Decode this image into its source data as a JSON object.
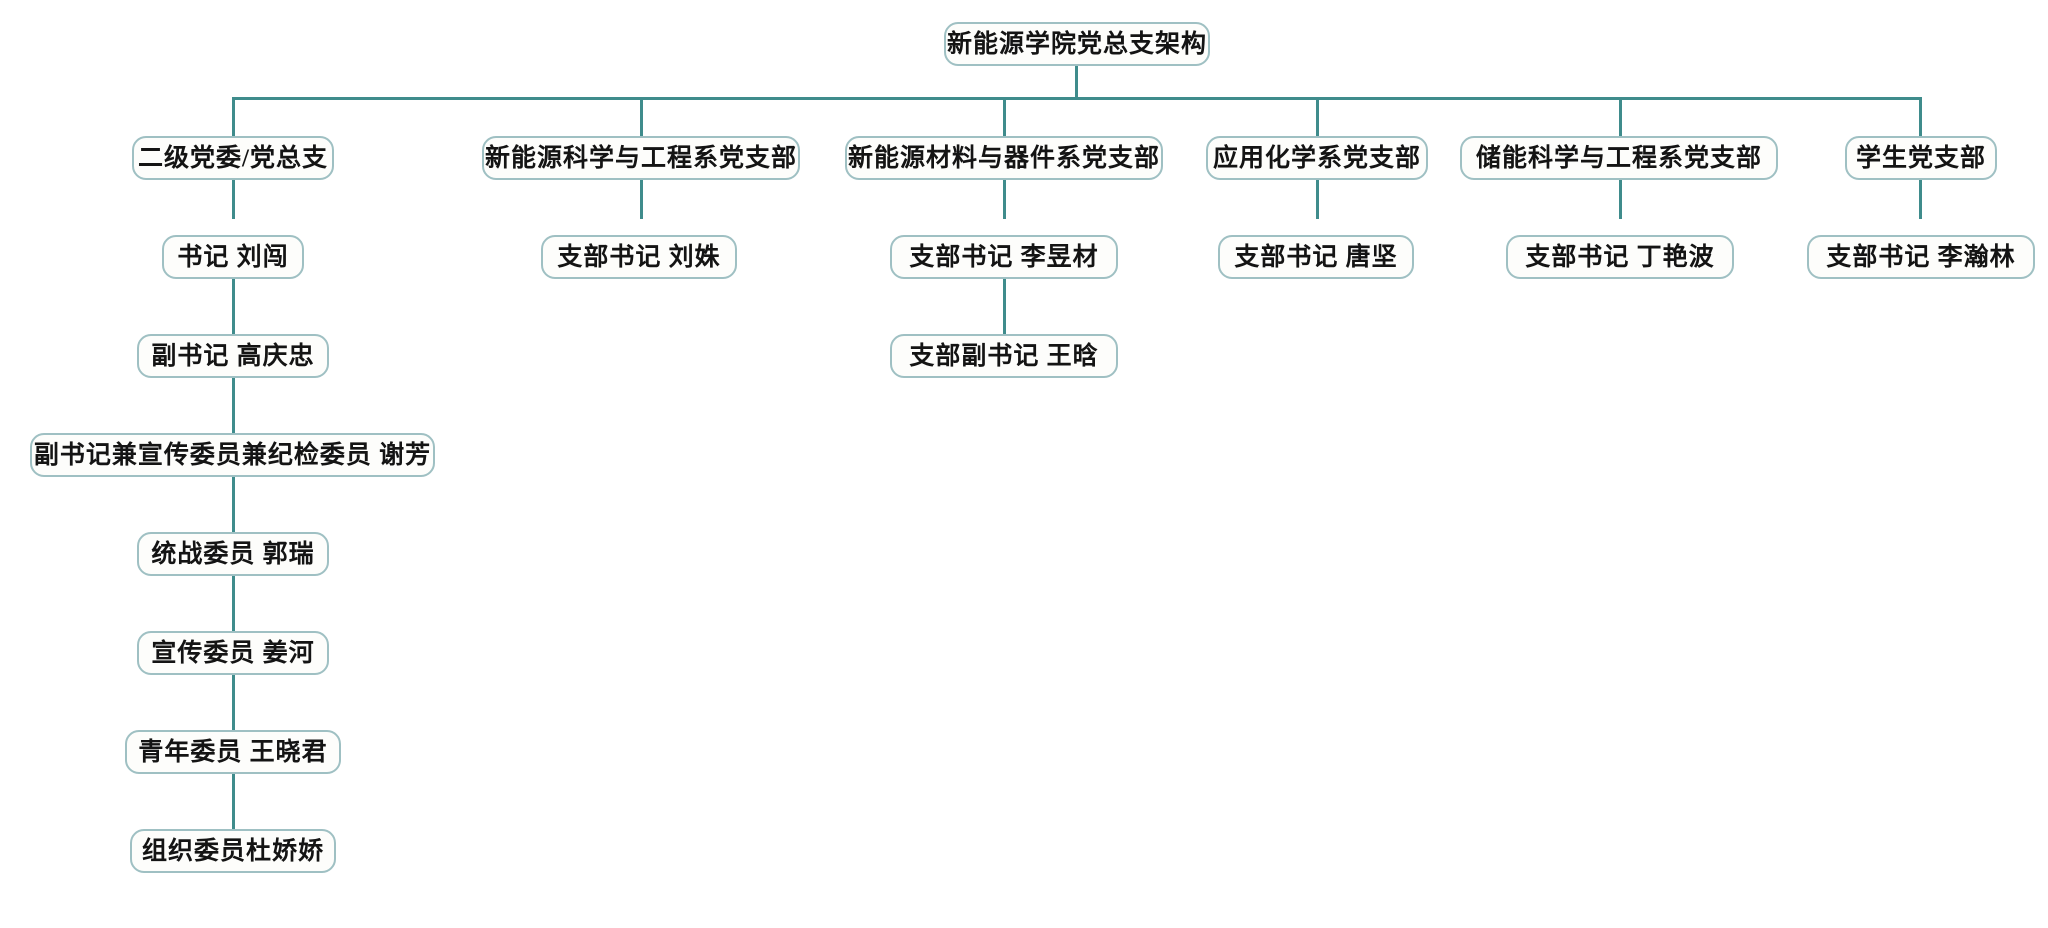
{
  "diagram": {
    "title": "新能源学院党总支架构",
    "type": "organization-chart",
    "accent_color": "#3f8c8c",
    "node_border_color": "#9fc0c3",
    "node_fill_color": "#fdfdfb",
    "background_color": "#ffffff"
  },
  "root": {
    "label": "新能源学院党总支架构"
  },
  "branches": [
    {
      "id": "branch-party-committee",
      "label": "二级党委/党总支",
      "children": [
        {
          "id": "node-secretary-liuchuang",
          "label": "书记  刘闯"
        },
        {
          "id": "node-deputy-gaoqingzhong",
          "label": "副书记  高庆忠"
        },
        {
          "id": "node-deputy-propaganda-discipline-xiefang",
          "label": "副书记兼宣传委员兼纪检委员  谢芳"
        },
        {
          "id": "node-united-front-guorui",
          "label": "统战委员  郭瑞"
        },
        {
          "id": "node-propaganda-jianghe",
          "label": "宣传委员  姜河"
        },
        {
          "id": "node-youth-wangxiaojun",
          "label": "青年委员  王晓君"
        },
        {
          "id": "node-organization-dujiaojiao",
          "label": "组织委员杜娇娇"
        }
      ]
    },
    {
      "id": "branch-new-energy-science-engineering",
      "label": "新能源科学与工程系党支部",
      "children": [
        {
          "id": "node-branch-secretary-liushu",
          "label": "支部书记  刘姝"
        }
      ]
    },
    {
      "id": "branch-new-energy-materials-devices",
      "label": "新能源材料与器件系党支部",
      "children": [
        {
          "id": "node-branch-secretary-liyucai",
          "label": "支部书记  李昱材"
        },
        {
          "id": "node-branch-deputy-secretary-wanghan",
          "label": "支部副书记  王晗"
        }
      ]
    },
    {
      "id": "branch-applied-chemistry",
      "label": "应用化学系党支部",
      "children": [
        {
          "id": "node-branch-secretary-tangjian",
          "label": "支部书记  唐坚"
        }
      ]
    },
    {
      "id": "branch-energy-storage-science-engineering",
      "label": "储能科学与工程系党支部",
      "children": [
        {
          "id": "node-branch-secretary-dingyanbo",
          "label": "支部书记  丁艳波"
        }
      ]
    },
    {
      "id": "branch-student-party",
      "label": "学生党支部",
      "children": [
        {
          "id": "node-branch-secretary-lihanlin",
          "label": "支部书记  李瀚林"
        }
      ]
    }
  ]
}
